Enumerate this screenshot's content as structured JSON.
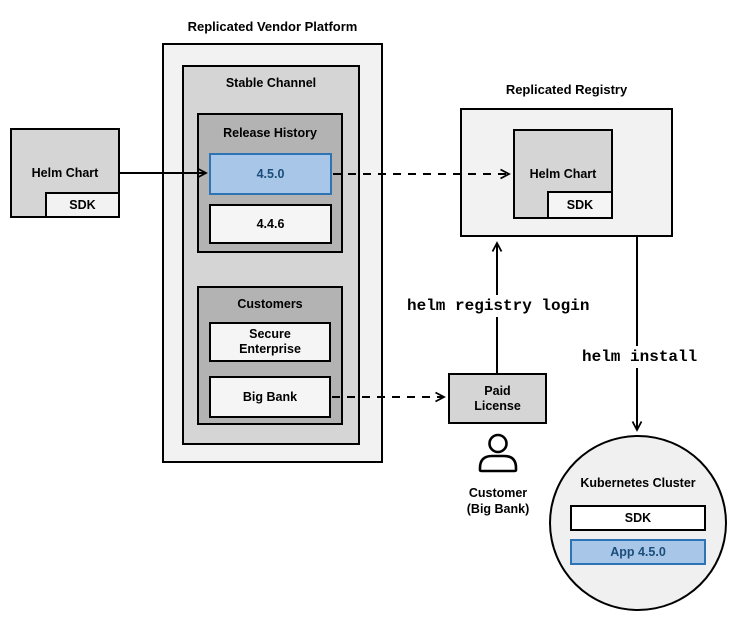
{
  "diagram": {
    "vendor_platform": {
      "title": "Replicated Vendor Platform",
      "stable_channel": {
        "label": "Stable Channel",
        "release_history": {
          "label": "Release History",
          "versions": [
            {
              "label": "4.5.0",
              "highlighted": true
            },
            {
              "label": "4.4.6",
              "highlighted": false
            }
          ]
        },
        "customers": {
          "label": "Customers",
          "secure_enterprise": {
            "line1": "Secure",
            "line2": "Enterprise"
          },
          "big_bank": {
            "label": "Big Bank"
          }
        }
      }
    },
    "helm_chart_source": {
      "label": "Helm Chart",
      "sdk_label": "SDK"
    },
    "registry": {
      "title": "Replicated Registry",
      "helm_chart": {
        "label": "Helm Chart",
        "sdk_label": "SDK"
      }
    },
    "paid_license": {
      "line1": "Paid",
      "line2": "License"
    },
    "customer_person": {
      "line1": "Customer",
      "line2": "(Big Bank)"
    },
    "k8s_cluster": {
      "label": "Kubernetes Cluster",
      "sdk_label": "SDK",
      "app_label": "App 4.5.0"
    },
    "edges": {
      "registry_login_label": "helm registry login",
      "install_label": "helm install"
    }
  },
  "colors": {
    "highlight_fill": "#a8c6e8",
    "highlight_border": "#2e74b5",
    "highlight_text": "#1a4e79",
    "box_border": "#000000",
    "container_light": "#f2f2f2",
    "container_mid": "#d5d5d5",
    "container_dark": "#b3b3b3",
    "item_fill": "#f5f5f5",
    "cluster_fill": "#f0f0f0",
    "background": "#ffffff"
  }
}
